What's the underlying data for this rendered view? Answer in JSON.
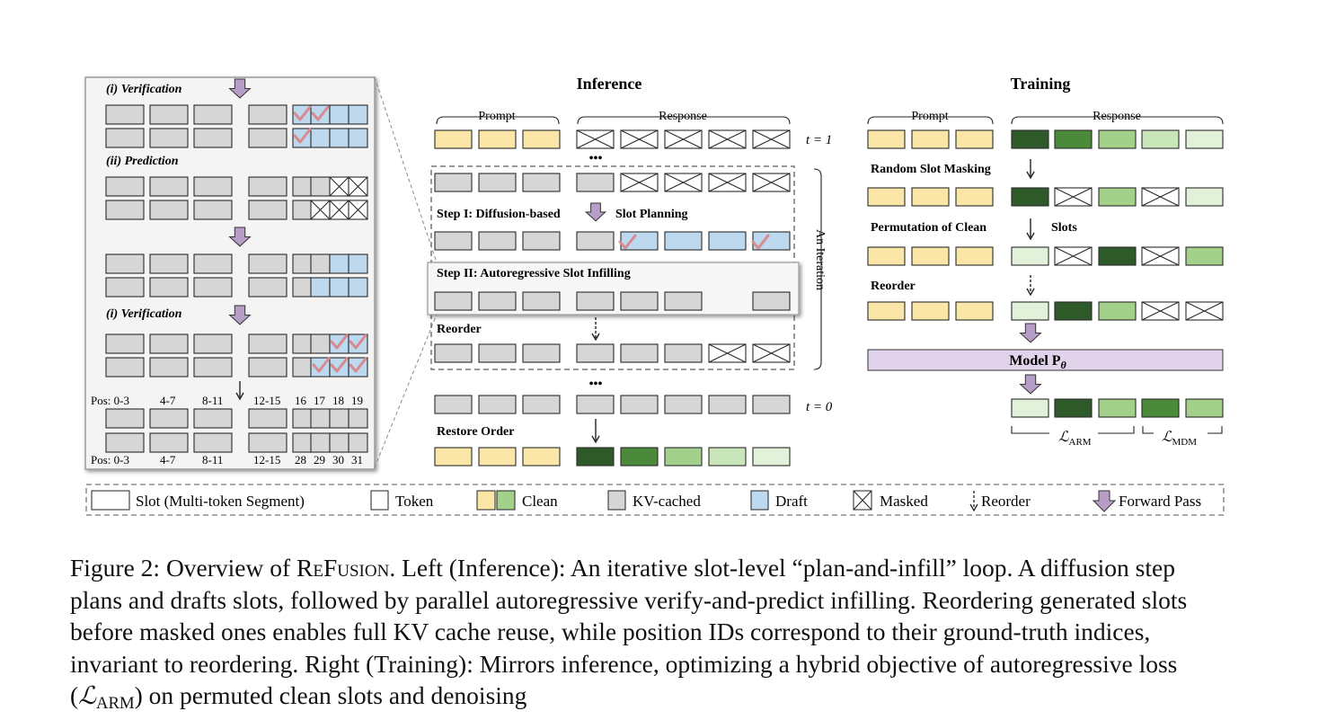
{
  "figure": {
    "colors": {
      "prompt": "#fbe6a8",
      "kv_cached": "#d6d6d6",
      "draft": "#bcd9ef",
      "green_dark": "#2e5a2a",
      "green_mid": "#4a8a3a",
      "green_light": "#a3d18c",
      "green_pale": "#c9e6bb",
      "green_faint": "#e2f1da",
      "forward": "#b79ec6",
      "model_bar": "#e1d4ea",
      "check": "#d98a8e"
    },
    "left_panel": {
      "verification_1": "(i) Verification",
      "prediction": "(ii) Prediction",
      "verification_2": "(i) Verification",
      "pos_top": [
        "Pos: 0-3",
        "4-7",
        "8-11",
        "12-15",
        "16",
        "17",
        "18",
        "19"
      ],
      "pos_bottom": [
        "Pos: 0-3",
        "4-7",
        "8-11",
        "12-15",
        "28",
        "29",
        "30",
        "31"
      ]
    },
    "inference": {
      "title": "Inference",
      "prompt_label": "Prompt",
      "response_label": "Response",
      "t1": "t = 1",
      "t0": "t = 0",
      "ellipsis": "•••",
      "step1_a": "Step I: Diffusion-based",
      "step1_b": "Slot Planning",
      "step2": "Step II: Autoregressive Slot Infilling",
      "reorder": "Reorder",
      "restore": "Restore Order",
      "iteration": "An Iteration"
    },
    "training": {
      "title": "Training",
      "prompt_label": "Prompt",
      "response_label": "Response",
      "random_masking": "Random Slot Masking",
      "permutation_a": "Permutation of Clean",
      "permutation_b": "Slots",
      "reorder": "Reorder",
      "model": "Model P",
      "model_sub": "θ",
      "loss_arm": "ℒ",
      "loss_arm_sub": "ARM",
      "loss_mdm": "ℒ",
      "loss_mdm_sub": "MDM"
    },
    "legend": {
      "slot": "Slot (Multi-token Segment)",
      "token": "Token",
      "clean": "Clean",
      "kv": "KV-cached",
      "draft": "Draft",
      "masked": "Masked",
      "reorder": "Reorder",
      "forward": "Forward Pass"
    }
  },
  "caption": {
    "label": "Figure 2: Overview of",
    "name": "ReFusion",
    "text_1": ". Left (Inference): An iterative slot-level “plan-and-infill” loop. A diffusion step plans and drafts slots, followed by parallel autoregressive verify-and-predict infilling. Reordering generated slots before masked ones enables full KV cache reuse, while position IDs correspond to their ground-truth indices, invariant to reordering. Right (Training): Mirrors inference, optimizing a hybrid objective of autoregressive loss (",
    "loss": "ℒ",
    "loss_sub": "ARM",
    "text_2": ") on permuted clean slots and denoising"
  }
}
